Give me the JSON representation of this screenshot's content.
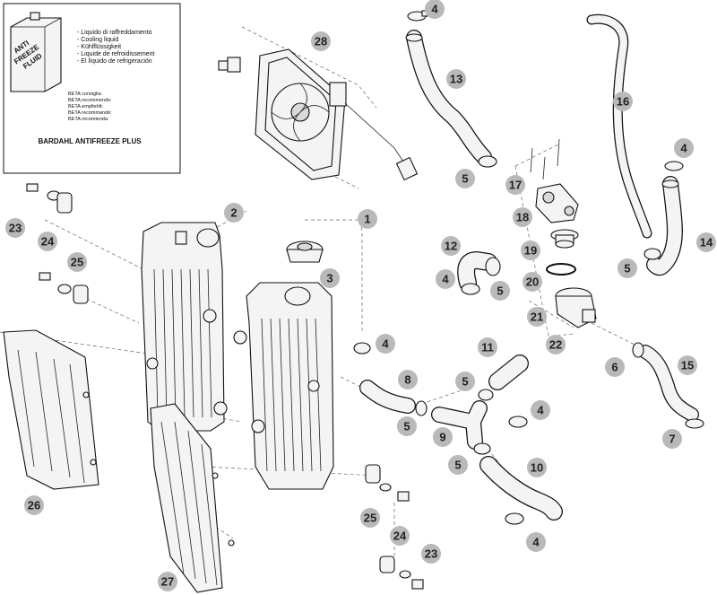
{
  "info_box": {
    "can_label_lines": [
      "ANTI",
      "FREEZE",
      "FLUID"
    ],
    "liquid_names": [
      "- Liquido di raffreddamento",
      "- Cooling liquid",
      "- Kühlflüssigkeit",
      "- Liquide de refroidissement",
      "- El líquido de refrigeración"
    ],
    "recommend_lines": [
      "BETA consiglia:",
      "BETA recommends:",
      "BETA empfiehlt:",
      "BETA recommandé:",
      "BETA recomienda:"
    ],
    "product": "BARDAHL ANTIFREEZE PLUS"
  },
  "callouts": [
    {
      "id": "c1",
      "label": "1"
    },
    {
      "id": "c2",
      "label": "2"
    },
    {
      "id": "c3",
      "label": "3"
    },
    {
      "id": "c4a",
      "label": "4"
    },
    {
      "id": "c4b",
      "label": "4"
    },
    {
      "id": "c4c",
      "label": "4"
    },
    {
      "id": "c4d",
      "label": "4"
    },
    {
      "id": "c4e",
      "label": "4"
    },
    {
      "id": "c4f",
      "label": "4"
    },
    {
      "id": "c5a",
      "label": "5"
    },
    {
      "id": "c5b",
      "label": "5"
    },
    {
      "id": "c5c",
      "label": "5"
    },
    {
      "id": "c5d",
      "label": "5"
    },
    {
      "id": "c5e",
      "label": "5"
    },
    {
      "id": "c5f",
      "label": "5"
    },
    {
      "id": "c6",
      "label": "6"
    },
    {
      "id": "c7",
      "label": "7"
    },
    {
      "id": "c8",
      "label": "8"
    },
    {
      "id": "c9",
      "label": "9"
    },
    {
      "id": "c10",
      "label": "10"
    },
    {
      "id": "c11",
      "label": "11"
    },
    {
      "id": "c12",
      "label": "12"
    },
    {
      "id": "c13",
      "label": "13"
    },
    {
      "id": "c14",
      "label": "14"
    },
    {
      "id": "c15",
      "label": "15"
    },
    {
      "id": "c16",
      "label": "16"
    },
    {
      "id": "c17",
      "label": "17"
    },
    {
      "id": "c18",
      "label": "18"
    },
    {
      "id": "c19",
      "label": "19"
    },
    {
      "id": "c20",
      "label": "20"
    },
    {
      "id": "c21",
      "label": "21"
    },
    {
      "id": "c22",
      "label": "22"
    },
    {
      "id": "c23a",
      "label": "23"
    },
    {
      "id": "c23b",
      "label": "23"
    },
    {
      "id": "c24a",
      "label": "24"
    },
    {
      "id": "c24b",
      "label": "24"
    },
    {
      "id": "c25a",
      "label": "25"
    },
    {
      "id": "c25b",
      "label": "25"
    },
    {
      "id": "c26",
      "label": "26"
    },
    {
      "id": "c27",
      "label": "27"
    },
    {
      "id": "c28",
      "label": "28"
    }
  ],
  "colors": {
    "callout_fill": "#b9b9b9",
    "line": "#111111",
    "paper": "#ffffff"
  }
}
